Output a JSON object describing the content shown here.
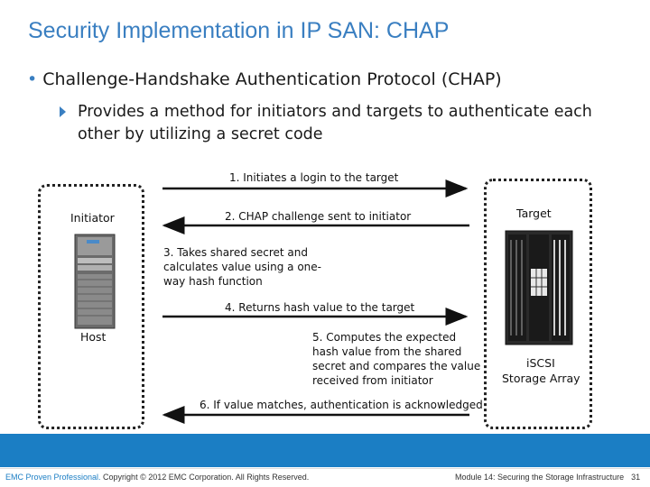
{
  "title": "Security Implementation in IP SAN: CHAP",
  "bullet": "Challenge-Handshake Authentication Protocol (CHAP)",
  "sub_bullet": "Provides a method for initiators and targets to authenticate each other by utilizing a secret code",
  "initiator_label": "Initiator",
  "host_label": "Host",
  "target_label": "Target",
  "array_label_line1": "iSCSI",
  "array_label_line2": "Storage Array",
  "steps": [
    "1. Initiates a login to the target",
    "2. CHAP challenge sent to initiator",
    "3. Takes shared secret and",
    "calculates value using a one-",
    "way hash function",
    "4. Returns hash value to the target",
    "5. Computes the expected",
    "hash value from the shared",
    "secret and compares the value",
    "received from initiator",
    "6. If value matches, authentication is acknowledged"
  ],
  "footer": {
    "brand": "EMC Proven Professional.",
    "copyright": " Copyright © 2012 EMC Corporation. All Rights Reserved.",
    "module": "Module 14: Securing the Storage Infrastructure",
    "page_number": "31"
  },
  "colors": {
    "accent": "#3a7fc1",
    "footer": "#1b7ec4"
  }
}
